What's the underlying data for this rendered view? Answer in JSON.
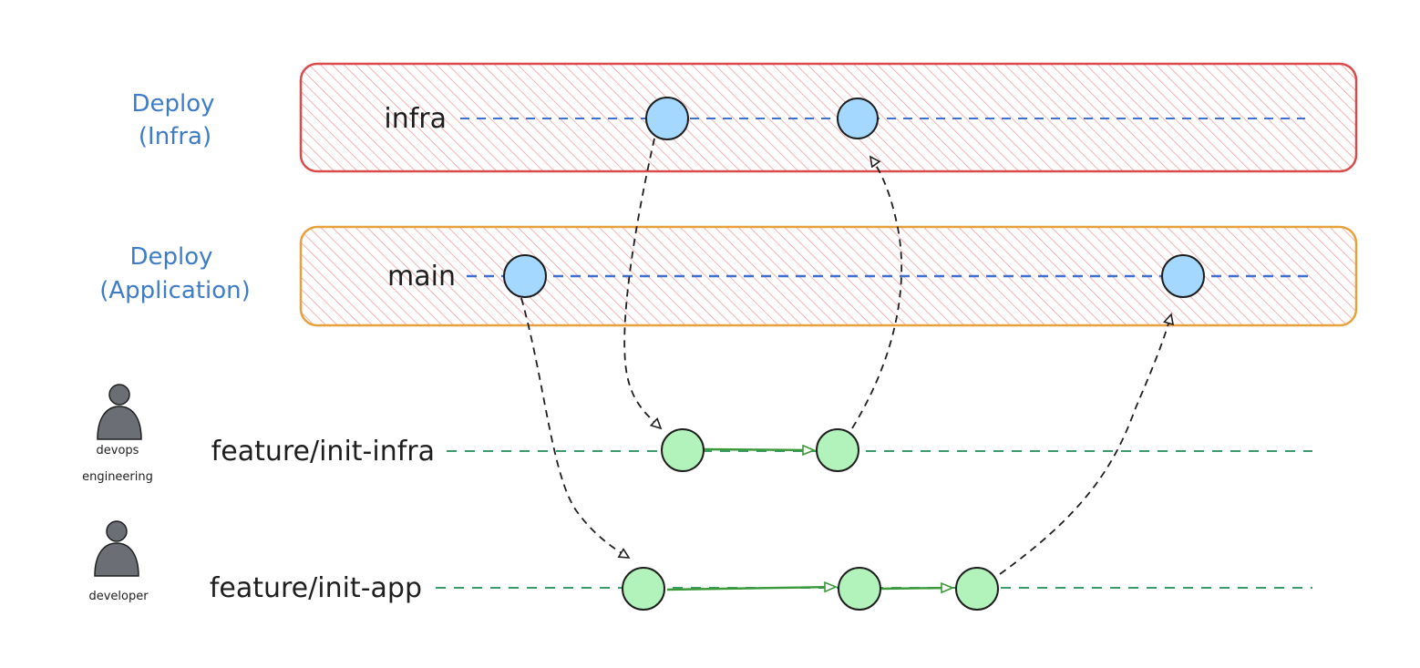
{
  "lanes": {
    "infra": {
      "caption_line1": "Deploy",
      "caption_line2": "(Infra)",
      "border_color": "#d94a4a",
      "hatch_color": "#f2a0a0"
    },
    "app": {
      "caption_line1": "Deploy",
      "caption_line2": "(Application)",
      "border_color": "#e8a13a",
      "hatch_color": "#f2a0a0"
    }
  },
  "branches": {
    "infra": {
      "label": "infra",
      "line_color": "#3f6fd1"
    },
    "main": {
      "label": "main",
      "line_color": "#3f6fd1"
    },
    "feature_infra": {
      "label": "feature/init-infra",
      "line_color": "#3a9a6a"
    },
    "feature_app": {
      "label": "feature/init-app",
      "line_color": "#3a9a6a"
    }
  },
  "roles": {
    "devops": {
      "line1": "devops",
      "line2": "engineering",
      "icon": "person-icon"
    },
    "developer": {
      "line1": "developer",
      "icon": "person-icon"
    }
  },
  "colors": {
    "deploy_commit_fill": "#a5d8ff",
    "feature_commit_fill": "#b2f2bb",
    "stroke": "#1e1e1e",
    "feature_arrow": "#3a9a3a",
    "person": "#6b6f75"
  }
}
